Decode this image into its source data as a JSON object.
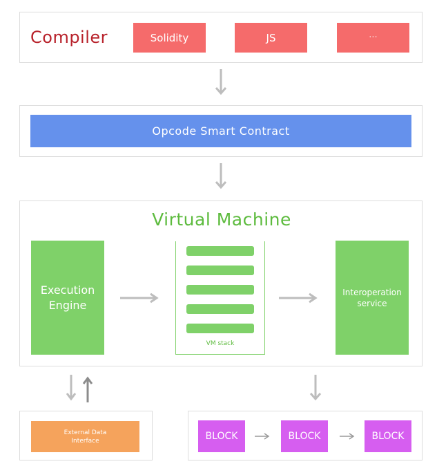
{
  "compiler": {
    "title": "Compiler",
    "languages": [
      "Solidity",
      "JS",
      "···"
    ]
  },
  "opcode": {
    "label": "Opcode Smart Contract"
  },
  "vm": {
    "title": "Virtual Machine",
    "execution_engine": "Execution\nEngine",
    "vm_stack_label": "VM stack",
    "interoperation_service": "Interoperation\nservice"
  },
  "external_data_interface": "External Data\nInterface",
  "blocks": [
    "BLOCK",
    "BLOCK",
    "BLOCK"
  ],
  "colors": {
    "compiler_title": "#b8222b",
    "language_box": "#f56b6b",
    "opcode_bar": "#6591ec",
    "vm_green": "#7fd169",
    "vm_title": "#5dbb3e",
    "external": "#f5a35c",
    "block": "#d65ef0",
    "arrow": "#bdbdbd",
    "arrow_dark": "#8c8c8c",
    "border": "#dcdcdc"
  }
}
